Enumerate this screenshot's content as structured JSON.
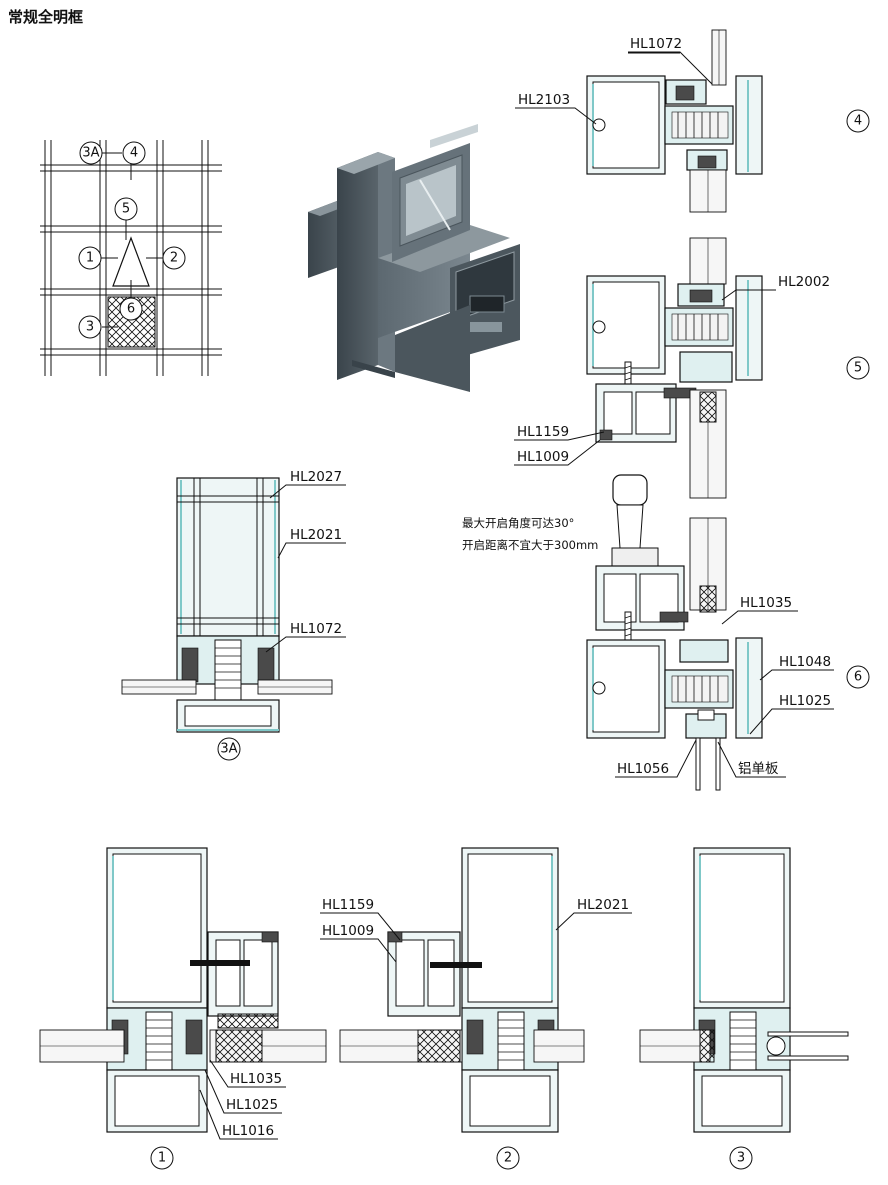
{
  "title": "常规全明框",
  "labels": {
    "HL1072_top": "HL1072",
    "HL2103": "HL2103",
    "HL2002": "HL2002",
    "HL1159_5": "HL1159",
    "HL1009_5": "HL1009",
    "HL2027": "HL2027",
    "HL2021_3A": "HL2021",
    "HL1072_3A": "HL1072",
    "HL1035_6": "HL1035",
    "HL1048": "HL1048",
    "HL1025_6": "HL1025",
    "HL1056": "HL1056",
    "alu_panel": "铝单板",
    "HL1035_1": "HL1035",
    "HL1025_1": "HL1025",
    "HL1016": "HL1016",
    "HL1159_2": "HL1159",
    "HL1009_2": "HL1009",
    "HL2021_2": "HL2021"
  },
  "notes": {
    "line1": "最大开启角度可达30°",
    "line2": "开启距离不宜大于300mm"
  },
  "callouts": {
    "c4": "4",
    "c5": "5",
    "c6": "6",
    "c3A": "3A",
    "c1": "1",
    "c2": "2",
    "c3": "3"
  },
  "elevation": {
    "k3A": "3A",
    "k4": "4",
    "k5": "5",
    "k1": "1",
    "k2": "2",
    "k6": "6",
    "k3": "3"
  }
}
